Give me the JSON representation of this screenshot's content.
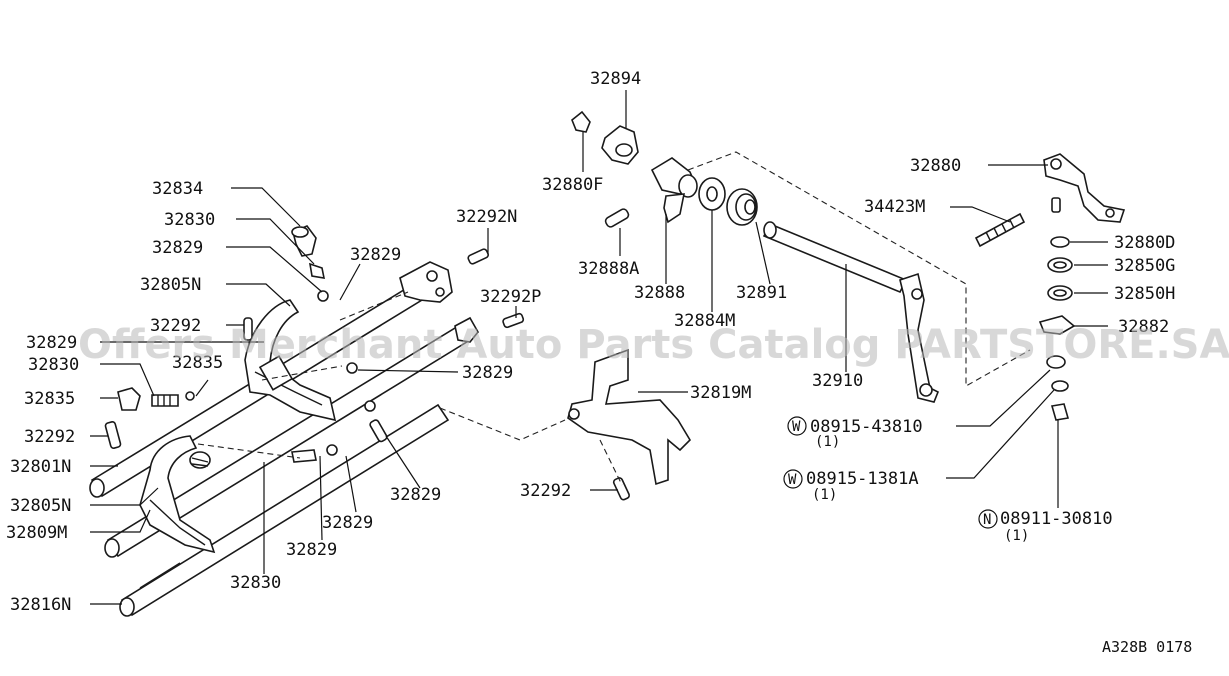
{
  "watermark": "Offers Merchant Auto Parts Catalog PARTSTORE.SA",
  "diagram_code": "A328B 0178",
  "labels": {
    "p32894": "32894",
    "p32880F": "32880F",
    "p32880": "32880",
    "p34423M": "34423M",
    "p32880D": "32880D",
    "p32850G": "32850G",
    "p32850H": "32850H",
    "p32882": "32882",
    "p32888A": "32888A",
    "p32888": "32888",
    "p32884M": "32884M",
    "p32891": "32891",
    "p32910": "32910",
    "p32819M": "32819M",
    "p32292Ngroove": "32292N",
    "p32292P": "32292P",
    "p32834": "32834",
    "p32830a": "32830",
    "p32829a": "32829",
    "p32829b": "32829",
    "p32805Na": "32805N",
    "p32292a": "32292",
    "p32829c": "32829",
    "p32830b": "32830",
    "p32835a": "32835",
    "p32835b": "32835",
    "p32829d": "32829",
    "p32292b": "32292",
    "p32801N": "32801N",
    "p32805Nb": "32805N",
    "p32809M": "32809M",
    "p32829e": "32829",
    "p32829f": "32829",
    "p32829g": "32829",
    "p32830c": "32830",
    "p32816N": "32816N",
    "p32292c": "32292",
    "w1_code": "08915-43810",
    "w1_qty": "(1)",
    "w2_code": "08915-1381A",
    "w2_qty": "(1)",
    "n1_code": "08911-30810",
    "n1_qty": "(1)"
  },
  "markers": {
    "w": "W",
    "n": "N"
  }
}
